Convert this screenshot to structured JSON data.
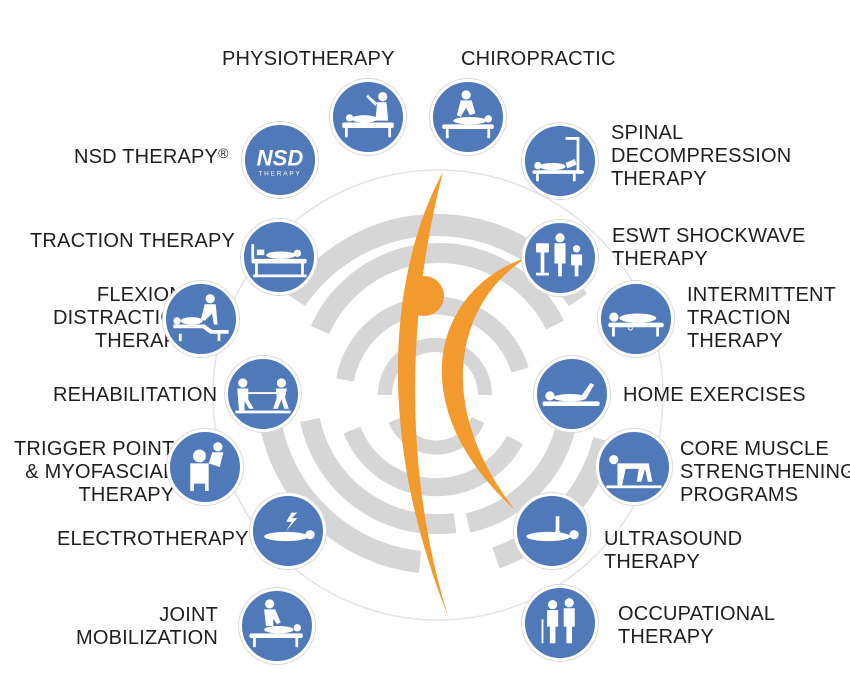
{
  "colors": {
    "circle": "#4f79b8",
    "accent": "#f39a2e",
    "ring": "#d9d9d9",
    "text": "#1f1f1f"
  },
  "therapies": {
    "physiotherapy": {
      "lines": [
        "PHYSIOTHERAPY"
      ],
      "icon": "physiotherapy-icon"
    },
    "chiropractic": {
      "lines": [
        "CHIROPRACTIC"
      ],
      "icon": "chiropractic-icon"
    },
    "nsd": {
      "lines": [
        "NSD THERAPY"
      ],
      "mark": "®",
      "logo_top": "NSD",
      "logo_bottom": "THERAPY",
      "icon": "nsd-logo"
    },
    "spinal": {
      "lines": [
        "SPINAL",
        "DECOMPRESSION",
        "THERAPY"
      ],
      "icon": "spinal-decompression-icon"
    },
    "traction": {
      "lines": [
        "TRACTION THERAPY"
      ],
      "icon": "traction-table-icon"
    },
    "eswt": {
      "lines": [
        "ESWT SHOCKWAVE",
        "THERAPY"
      ],
      "icon": "shockwave-machine-icon"
    },
    "flexion": {
      "lines": [
        "FLEXION-",
        "DISTRACTION",
        "THERAPY"
      ],
      "icon": "flexion-distraction-icon"
    },
    "intermittent": {
      "lines": [
        "INTERMITTENT",
        "TRACTION",
        "THERAPY"
      ],
      "icon": "intermittent-traction-icon"
    },
    "rehab": {
      "lines": [
        "REHABILITATION"
      ],
      "icon": "rehabilitation-icon"
    },
    "home": {
      "lines": [
        "HOME EXERCISES"
      ],
      "icon": "home-exercise-icon"
    },
    "trigger": {
      "lines": [
        "TRIGGER POINT",
        "& MYOFASCIAL",
        "THERAPY"
      ],
      "icon": "massage-icon"
    },
    "core": {
      "lines": [
        "CORE MUSCLE",
        "STRENGTHENING",
        "PROGRAMS"
      ],
      "icon": "core-exercise-icon"
    },
    "electro": {
      "lines": [
        "ELECTROTHERAPY"
      ],
      "icon": "electrotherapy-icon"
    },
    "ultrasound": {
      "lines": [
        "ULTRASOUND",
        "THERAPY"
      ],
      "icon": "ultrasound-icon"
    },
    "joint": {
      "lines": [
        "JOINT",
        "MOBILIZATION"
      ],
      "icon": "joint-mobilization-icon"
    },
    "occupational": {
      "lines": [
        "OCCUPATIONAL",
        "THERAPY"
      ],
      "icon": "occupational-therapy-icon"
    }
  }
}
